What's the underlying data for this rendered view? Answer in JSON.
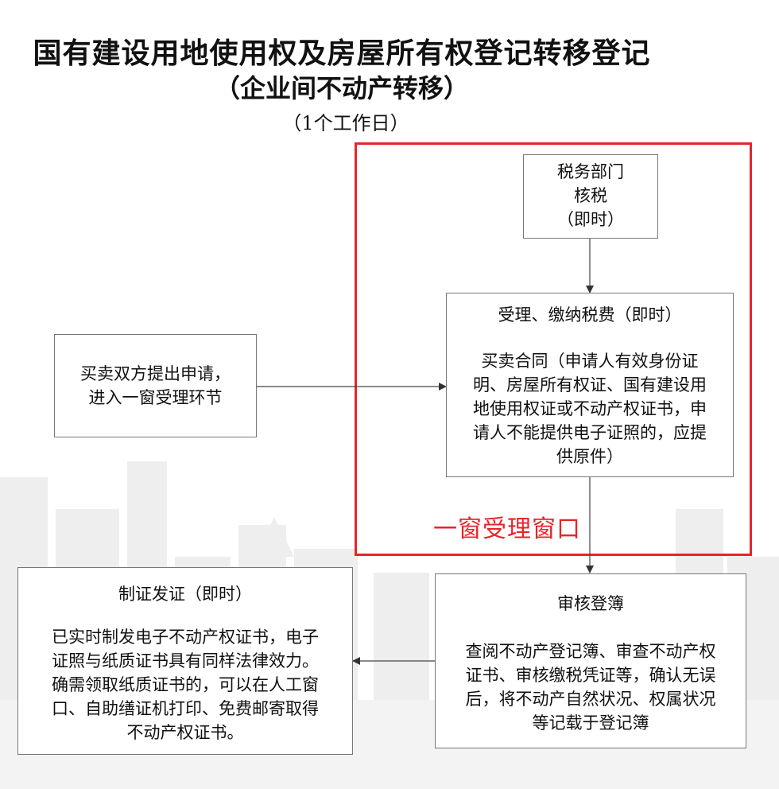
{
  "title": {
    "line1": "国有建设用地使用权及房屋所有权登记转移登记",
    "line2": "（企业间不动产转移）",
    "line3": "（1个工作日）"
  },
  "boxes": {
    "tax": [
      "税务部门",
      "核税",
      "（即时）"
    ],
    "apply": [
      "买卖双方提出申请，",
      "进入一窗受理环节"
    ],
    "accept": {
      "heading": "受理、缴纳税费（即时）",
      "body": [
        "买卖合同（申请人有效身份证",
        "明、房屋所有权证、国有建设用",
        "地使用权证或不动产权证书，申",
        "请人不能提供电子证照的，应提",
        "供原件）"
      ]
    },
    "review": {
      "heading": "审核登簿",
      "body": [
        "查阅不动产登记簿、审查不动产权",
        "证书、审核缴税凭证等，确认无误",
        "后，将不动产自然状况、权属状况",
        "等记载于登记簿"
      ]
    },
    "issue": {
      "heading": "制证发证（即时）",
      "body": [
        "已实时制发电子不动产权证书，电子",
        "证照与纸质证书具有同样法律效力。",
        "确需领取纸质证书的，可以在人工窗",
        "口、自助缮证机打印、免费邮寄取得",
        "不动产权证书。"
      ]
    }
  },
  "window_label": "一窗受理窗口",
  "colors": {
    "highlight": "#e3262b",
    "border": "#777777",
    "background_buildings": "#ececec"
  }
}
